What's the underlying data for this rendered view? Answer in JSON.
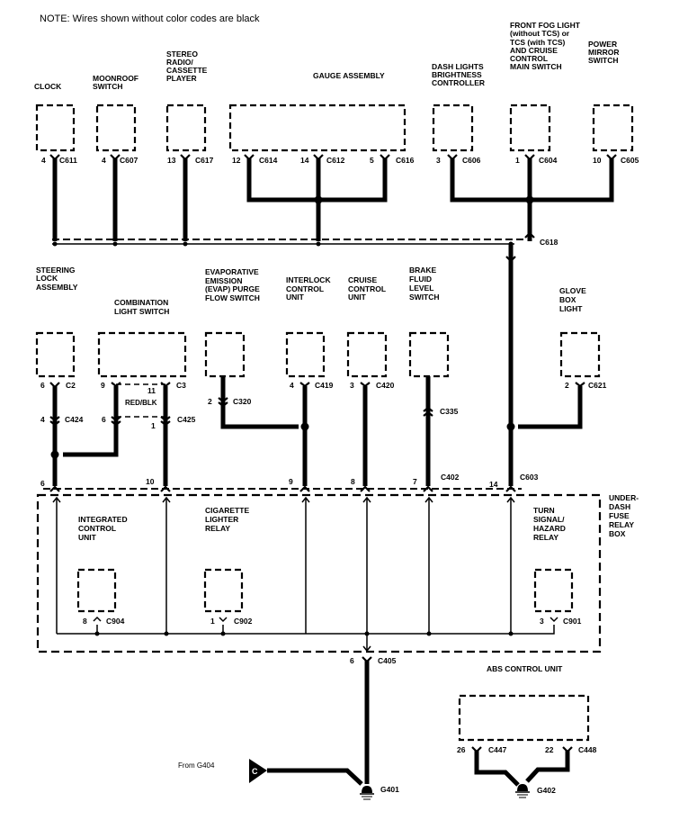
{
  "note": "NOTE: Wires shown without color codes are black",
  "components": {
    "clock": {
      "label": [
        "CLOCK"
      ],
      "pin": "4",
      "connector": "C611"
    },
    "moonroof_switch": {
      "label": [
        "MOONROOF",
        "SWITCH"
      ],
      "pin": "4",
      "connector": "C607"
    },
    "stereo": {
      "label": [
        "STEREO",
        "RADIO/",
        "CASSETTE",
        "PLAYER"
      ],
      "pin": "13",
      "connector": "C617"
    },
    "gauge_assembly": {
      "label": [
        "GAUGE ASSEMBLY"
      ],
      "pins": [
        {
          "pin": "12",
          "connector": "C614"
        },
        {
          "pin": "14",
          "connector": "C612"
        },
        {
          "pin": "5",
          "connector": "C616"
        }
      ]
    },
    "dash_lights": {
      "label": [
        "DASH LIGHTS",
        "BRIGHTNESS",
        "CONTROLLER"
      ],
      "pin": "3",
      "connector": "C606"
    },
    "fog_light_switch": {
      "label": [
        "FRONT FOG LIGHT",
        "(without TCS) or",
        "TCS (with TCS)",
        "AND CRUISE",
        "CONTROL",
        "MAIN SWITCH"
      ],
      "pin": "1",
      "connector": "C604"
    },
    "power_mirror": {
      "label": [
        "POWER",
        "MIRROR",
        "SWITCH"
      ],
      "pin": "10",
      "connector": "C605"
    },
    "splice_top": {
      "connector": "C618"
    },
    "steering_lock": {
      "label": [
        "STEERING",
        "LOCK",
        "ASSEMBLY"
      ],
      "pin": "6",
      "connector": "C2",
      "inline_pin": "4",
      "inline_connector": "C424",
      "fuse_pin": "6"
    },
    "combination_switch": {
      "label": [
        "COMBINATION",
        "LIGHT SWITCH"
      ],
      "pin_left": "9",
      "pin_right": "11",
      "connector": "C3",
      "wire_color": "RED/BLK",
      "inline_pin_left": "6",
      "inline_pin_right": "1",
      "inline_connector": "C425",
      "fuse_pin": "10"
    },
    "evap_switch": {
      "label": [
        "EVAPORATIVE",
        "EMISSION",
        "(EVAP) PURGE",
        "FLOW SWITCH"
      ],
      "pin": "2",
      "connector": "C320"
    },
    "interlock": {
      "label": [
        "INTERLOCK",
        "CONTROL",
        "UNIT"
      ],
      "pin": "4",
      "connector": "C419",
      "fuse_pin": "9"
    },
    "cruise_unit": {
      "label": [
        "CRUISE",
        "CONTROL",
        "UNIT"
      ],
      "pin": "3",
      "connector": "C420",
      "fuse_pin": "8"
    },
    "brake_fluid": {
      "label": [
        "BRAKE",
        "FLUID",
        "LEVEL",
        "SWITCH"
      ],
      "connector": "C335",
      "fuse_pin": "7",
      "fuse_connector": "C402"
    },
    "glove_box": {
      "label": [
        "GLOVE",
        "BOX",
        "LIGHT"
      ],
      "pin": "2",
      "connector": "C621"
    },
    "c603": {
      "pin": "14",
      "connector": "C603"
    },
    "fuse_box": {
      "label": [
        "UNDER-",
        "DASH",
        "FUSE",
        "RELAY",
        "BOX"
      ]
    },
    "integrated_unit": {
      "label": [
        "INTEGRATED",
        "CONTROL",
        "UNIT"
      ],
      "pin": "8",
      "connector": "C904"
    },
    "cigarette_relay": {
      "label": [
        "CIGARETTE",
        "LIGHTER",
        "RELAY"
      ],
      "pin": "1",
      "connector": "C902"
    },
    "turn_signal_relay": {
      "label": [
        "TURN",
        "SIGNAL/",
        "HAZARD",
        "RELAY"
      ],
      "pin": "3",
      "connector": "C901"
    },
    "c405": {
      "pin": "6",
      "connector": "C405"
    },
    "abs": {
      "label": [
        "ABS CONTROL UNIT"
      ],
      "pins": [
        {
          "pin": "26",
          "connector": "C447"
        },
        {
          "pin": "22",
          "connector": "C448"
        }
      ]
    },
    "from_ground": {
      "label": "From G404",
      "symbol": "C"
    },
    "ground_g401": {
      "label": "G401"
    },
    "ground_g402": {
      "label": "G402"
    }
  }
}
